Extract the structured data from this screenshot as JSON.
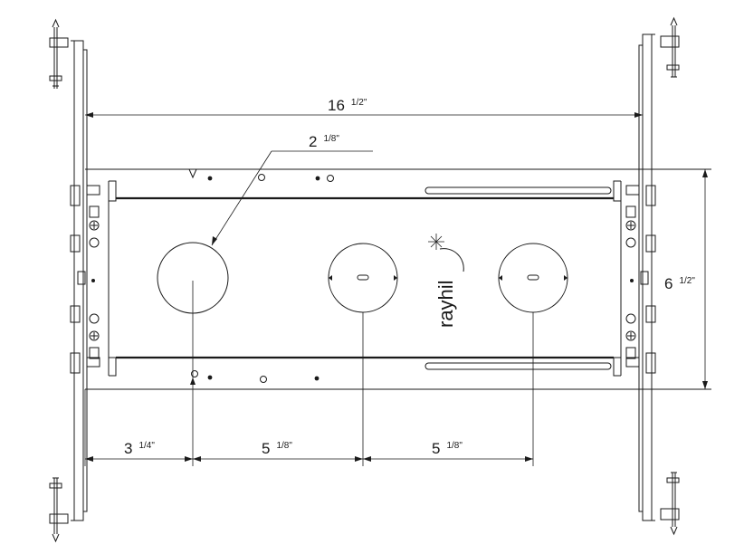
{
  "dimensions": {
    "overall_width": {
      "whole": "16",
      "fraction": "1/2\""
    },
    "hole_diameter": {
      "whole": "2",
      "fraction": "1/8\""
    },
    "bar_height": {
      "whole": "6",
      "fraction": "1/2\""
    },
    "first_offset": {
      "whole": "3",
      "fraction": "1/4\""
    },
    "spacing_a": {
      "whole": "5",
      "fraction": "1/8\""
    },
    "spacing_b": {
      "whole": "5",
      "fraction": "1/8\""
    }
  },
  "brand": {
    "name": "rayhil"
  },
  "icons": [
    "nail-icon",
    "screw-icon",
    "starburst-icon"
  ],
  "colors": {
    "line": "#1a1a1a",
    "background": "#ffffff"
  }
}
